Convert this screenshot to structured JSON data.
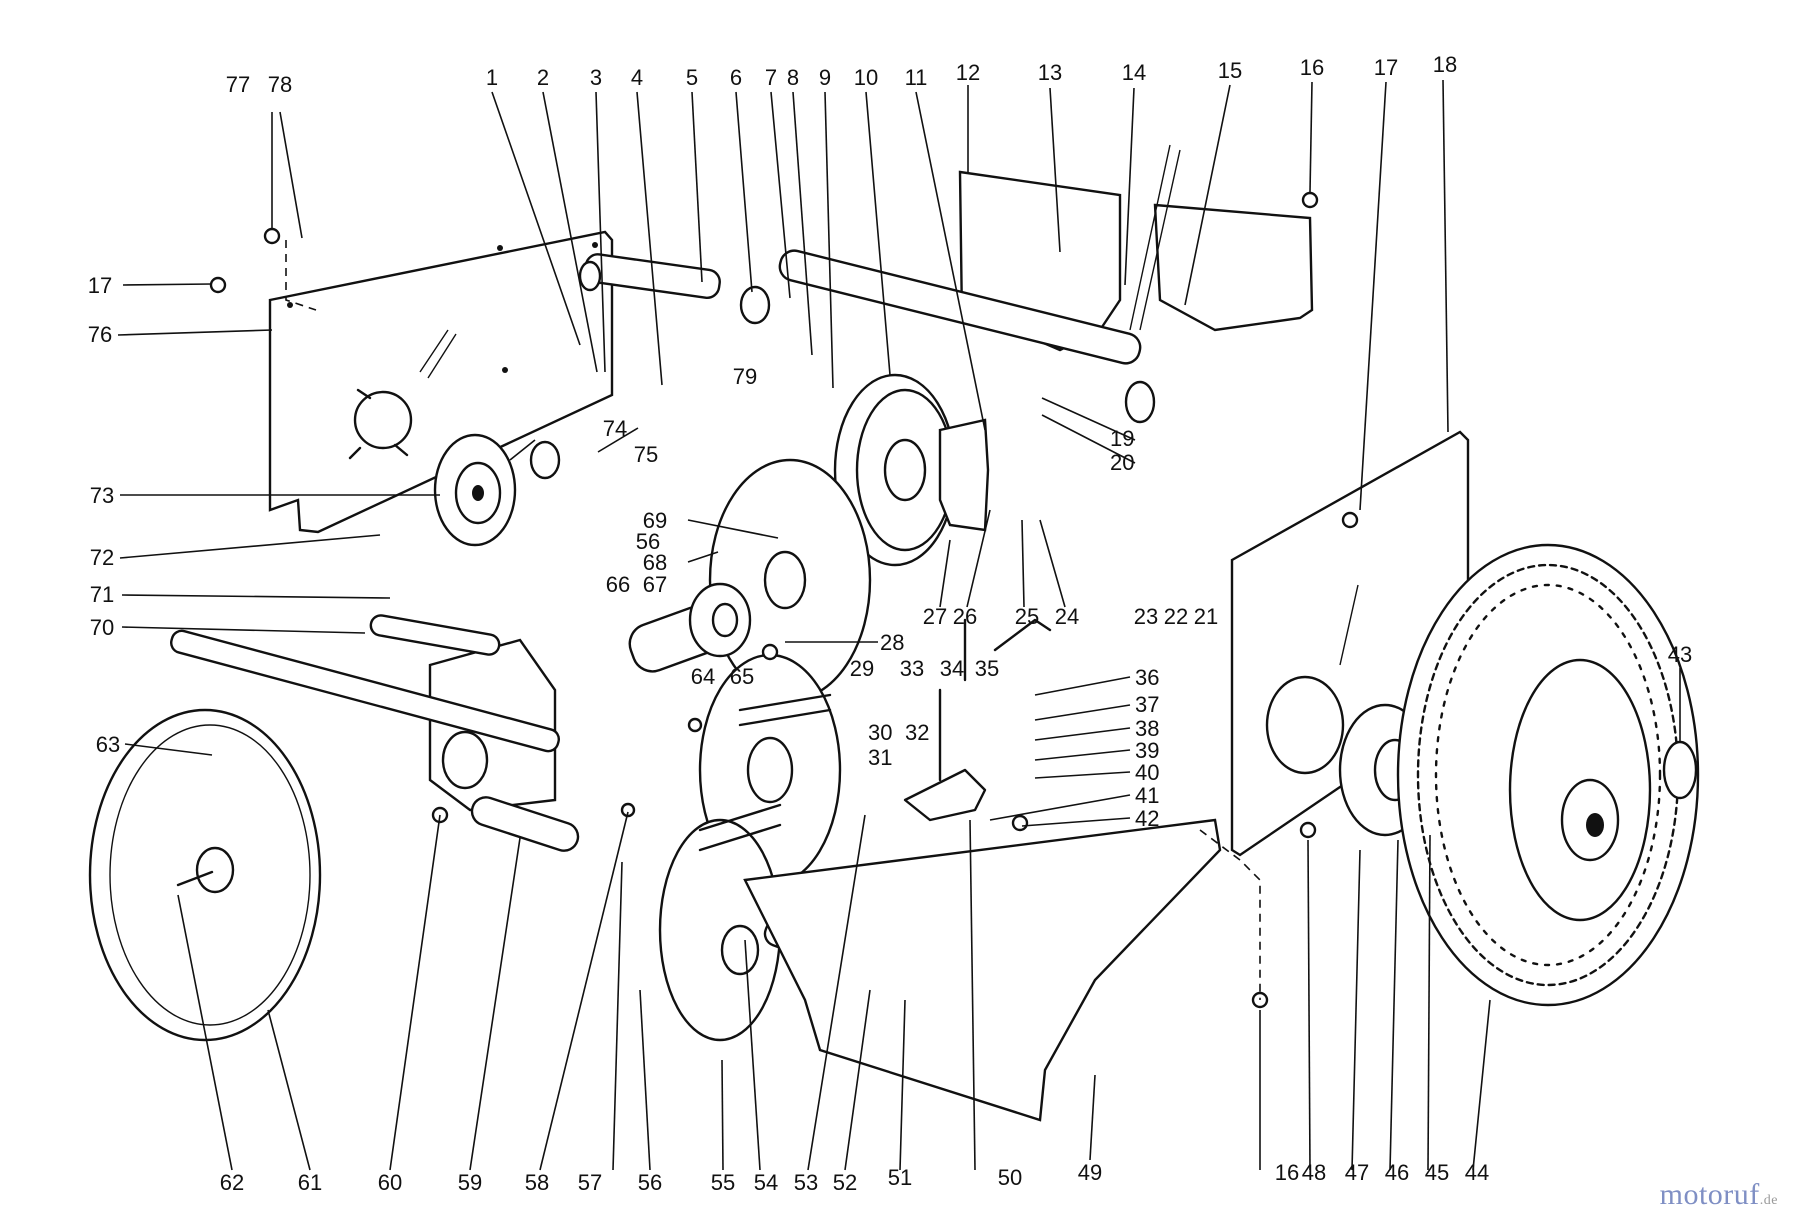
{
  "diagram": {
    "part_numbers": [
      "1",
      "2",
      "3",
      "4",
      "5",
      "6",
      "7",
      "8",
      "9",
      "10",
      "11",
      "12",
      "13",
      "14",
      "15",
      "16",
      "17",
      "18",
      "19",
      "20",
      "21",
      "22",
      "23",
      "24",
      "25",
      "26",
      "27",
      "28",
      "29",
      "30",
      "31",
      "32",
      "33",
      "34",
      "35",
      "36",
      "37",
      "38",
      "39",
      "40",
      "41",
      "42",
      "43",
      "44",
      "45",
      "46",
      "47",
      "48",
      "49",
      "50",
      "51",
      "52",
      "53",
      "54",
      "55",
      "56",
      "57",
      "58",
      "59",
      "60",
      "61",
      "62",
      "63",
      "64",
      "65",
      "66",
      "67",
      "68",
      "69",
      "70",
      "71",
      "72",
      "73",
      "74",
      "75",
      "76",
      "77",
      "78",
      "79"
    ]
  },
  "watermark": {
    "main": "motoruf",
    "tld": ".de"
  }
}
